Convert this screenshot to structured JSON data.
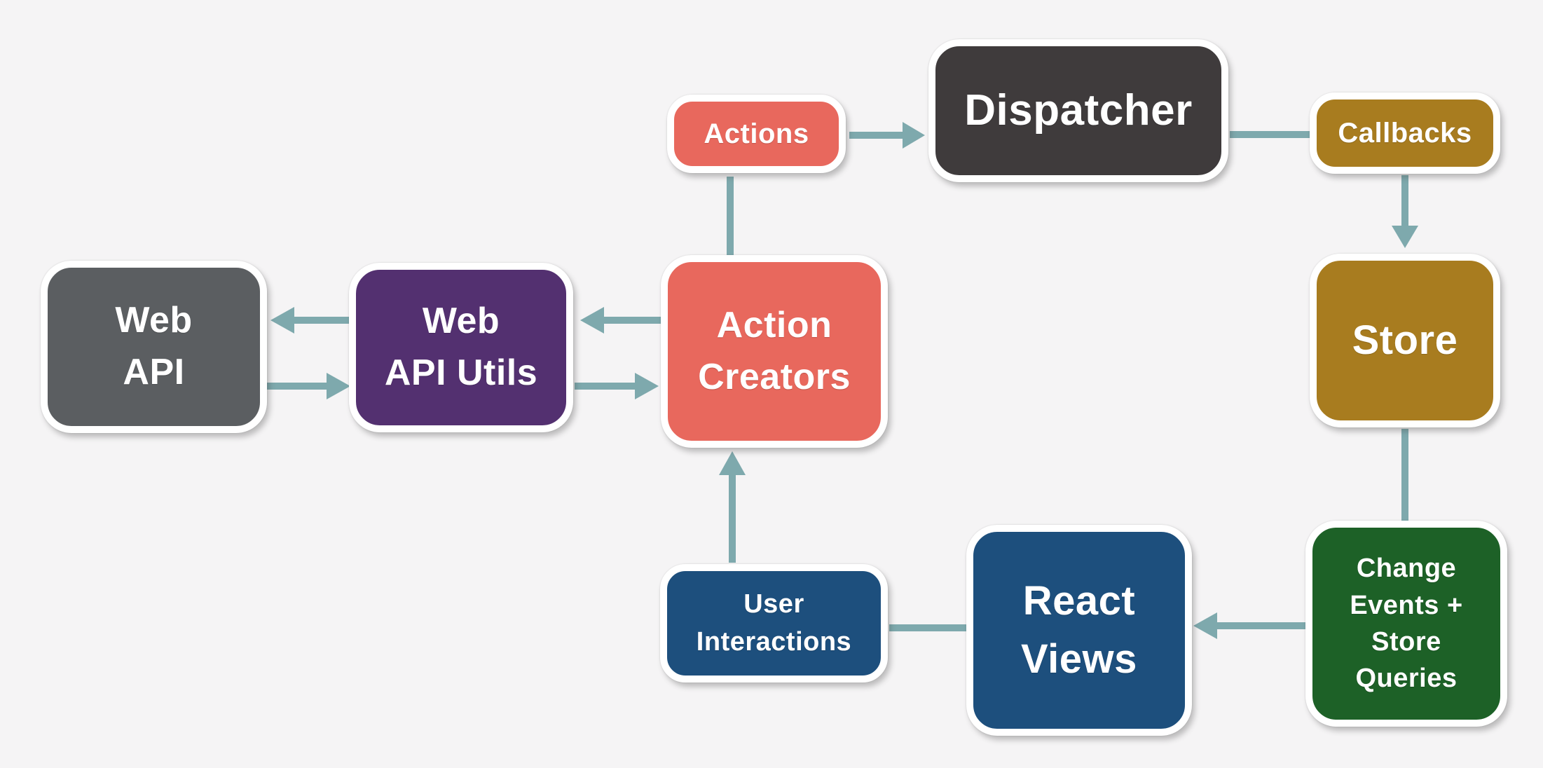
{
  "nodes": {
    "actions": {
      "label": "Actions",
      "color": "#e8685d"
    },
    "dispatcher": {
      "label": "Dispatcher",
      "color": "#3f3b3c"
    },
    "callbacks": {
      "label": "Callbacks",
      "color": "#a87c1f"
    },
    "web_api": {
      "label": "Web\nAPI",
      "color": "#5b5e61"
    },
    "web_api_utils": {
      "label": "Web\nAPI Utils",
      "color": "#533070"
    },
    "action_creators": {
      "label": "Action\nCreators",
      "color": "#e8685d"
    },
    "store": {
      "label": "Store",
      "color": "#a87c1f"
    },
    "user_interactions": {
      "label": "User\nInteractions",
      "color": "#1d4f7d"
    },
    "react_views": {
      "label": "React\nViews",
      "color": "#1d4f7d"
    },
    "change_events": {
      "label": "Change\nEvents +\nStore\nQueries",
      "color": "#1d6127"
    }
  },
  "edges": [
    {
      "from": "Actions",
      "to": "Dispatcher",
      "arrowhead": true
    },
    {
      "from": "Dispatcher",
      "to": "Callbacks",
      "arrowhead": false
    },
    {
      "from": "Callbacks",
      "to": "Store",
      "arrowhead": true
    },
    {
      "from": "Store",
      "to": "Change Events + Store Queries",
      "arrowhead": false
    },
    {
      "from": "Change Events + Store Queries",
      "to": "React Views",
      "arrowhead": true
    },
    {
      "from": "React Views",
      "to": "User Interactions",
      "arrowhead": false
    },
    {
      "from": "User Interactions",
      "to": "Action Creators",
      "arrowhead": true
    },
    {
      "from": "Action Creators",
      "to": "Actions",
      "arrowhead": false
    },
    {
      "from": "Action Creators",
      "to": "Web API Utils",
      "arrowhead": true
    },
    {
      "from": "Web API Utils",
      "to": "Action Creators",
      "arrowhead": true
    },
    {
      "from": "Web API Utils",
      "to": "Web API",
      "arrowhead": true
    },
    {
      "from": "Web API",
      "to": "Web API Utils",
      "arrowhead": true
    }
  ],
  "colors": {
    "background": "#f5f4f5",
    "arrow": "#7ea9ad",
    "node_border": "#ffffff",
    "node_text": "#ffffff"
  }
}
